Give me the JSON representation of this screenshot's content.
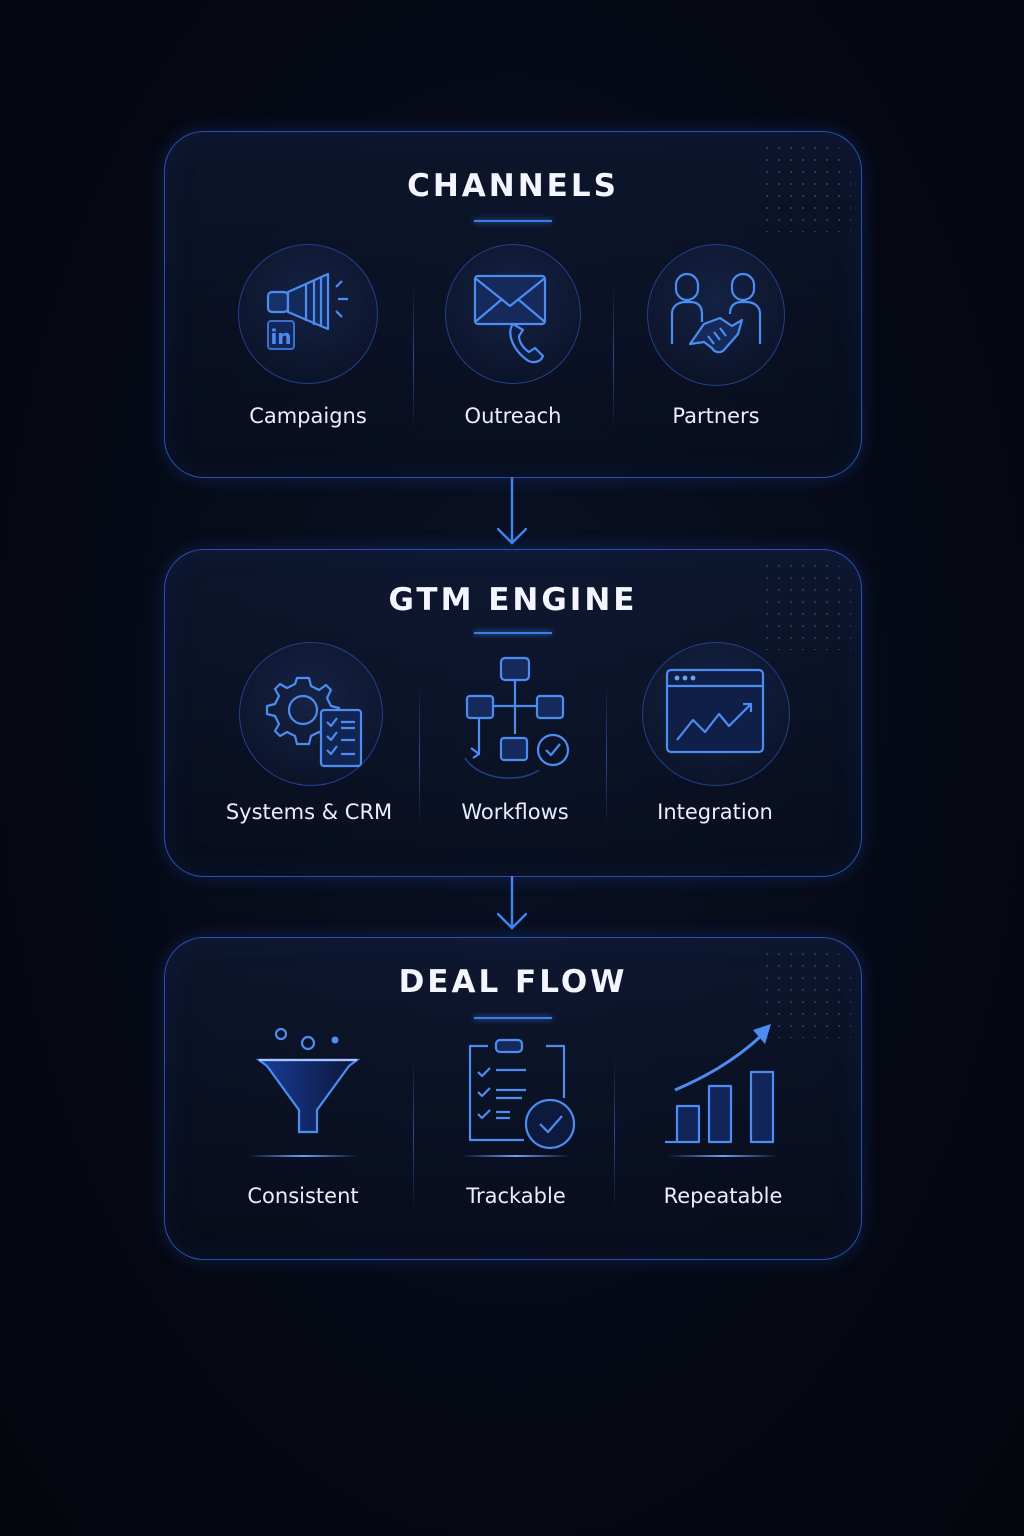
{
  "sections": [
    {
      "title": "CHANNELS",
      "items": [
        {
          "label": "Campaigns",
          "icon": "megaphone-linkedin-icon"
        },
        {
          "label": "Outreach",
          "icon": "envelope-phone-icon"
        },
        {
          "label": "Partners",
          "icon": "handshake-people-icon"
        }
      ]
    },
    {
      "title": "GTM ENGINE",
      "items": [
        {
          "label": "Systems & CRM",
          "icon": "gear-checklist-icon"
        },
        {
          "label": "Workflows",
          "icon": "workflow-diagram-icon"
        },
        {
          "label": "Integration",
          "icon": "browser-chart-icon"
        }
      ]
    },
    {
      "title": "DEAL FLOW",
      "items": [
        {
          "label": "Consistent",
          "icon": "funnel-icon"
        },
        {
          "label": "Trackable",
          "icon": "clipboard-check-icon"
        },
        {
          "label": "Repeatable",
          "icon": "growth-bars-icon"
        }
      ]
    }
  ],
  "colors": {
    "accent": "#3a7ee8",
    "border": "#2a4fb0",
    "background": "#060a16"
  }
}
